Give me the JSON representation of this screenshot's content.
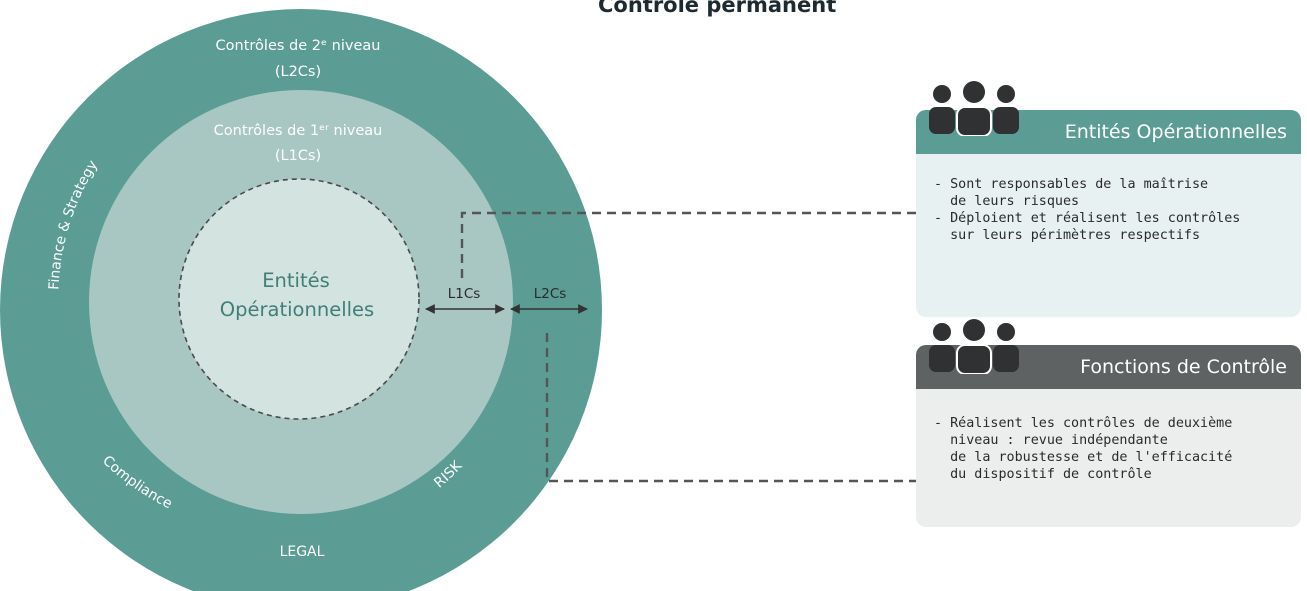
{
  "title": "Contrôle permanent",
  "colors": {
    "outer_ring": "#5b9c95",
    "middle_ring": "#a8c7c3",
    "inner_circle": "#d3e3e0",
    "ring_text": "#ffffff",
    "inner_text": "#3f7f78",
    "ops_header": "#5b9c95",
    "ops_body": "#e8f1f2",
    "ctrl_header": "#5f6263",
    "ctrl_body": "#eceded",
    "dashed_line": "#555555"
  },
  "circle": {
    "outer_label_line1": "Contrôles de 2ᵉ niveau",
    "outer_label_line2": "(L2Cs)",
    "middle_label_line1": "Contrôles de 1ᵉʳ niveau",
    "middle_label_line2": "(L1Cs)",
    "center_label_line1": "Entités",
    "center_label_line2": "Opérationnelles",
    "arc_labels": {
      "finance": "Finance & Strategy",
      "compliance": "Compliance",
      "legal": "LEGAL",
      "risk": "RISK"
    },
    "arrow_l1": "L1Cs",
    "arrow_l2": "L2Cs"
  },
  "panels": {
    "ops": {
      "icon": "people-group-icon",
      "title": "Entités Opérationnelles",
      "bullets": [
        {
          "line1": "- Sont responsables de la maîtrise",
          "line2": "  de leurs risques"
        },
        {
          "line1": "- Déploient et réalisent les contrôles",
          "line2": "  sur leurs périmètres respectifs"
        }
      ]
    },
    "ctrl": {
      "icon": "people-group-icon",
      "title": "Fonctions de Contrôle",
      "bullets": [
        {
          "line1": "- Réalisent les contrôles de deuxième",
          "line2": "  niveau : revue indépendante"
        },
        {
          "line1": "  de la robustesse et de l'efficacité",
          "line2": "  du dispositif de contrôle"
        }
      ]
    }
  }
}
